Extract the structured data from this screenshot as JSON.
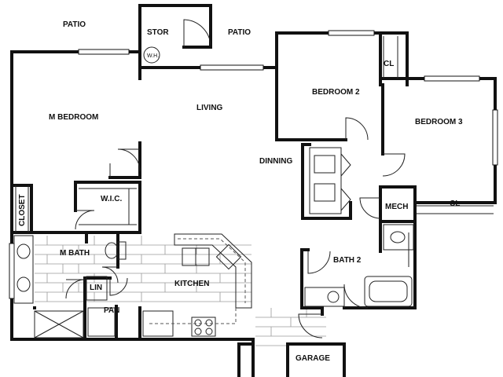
{
  "plan": {
    "rooms": {
      "patio_left": "PATIO",
      "stor": "STOR",
      "wh": "W.H.",
      "patio_right": "PATIO",
      "cl_top": "CL",
      "bedroom2": "BEDROOM 2",
      "bedroom3": "BEDROOM 3",
      "m_bedroom": "M BEDROOM",
      "living": "LIVING",
      "dinning": "DINNING",
      "wic": "W.I.C.",
      "closet": "CLOSET",
      "mech": "MECH",
      "cl_right": "CL",
      "m_bath": "M BATH",
      "lin": "LIN",
      "kitchen": "KITCHEN",
      "bath2": "BATH 2",
      "pan": "PAN",
      "garage": "GARAGE"
    }
  }
}
